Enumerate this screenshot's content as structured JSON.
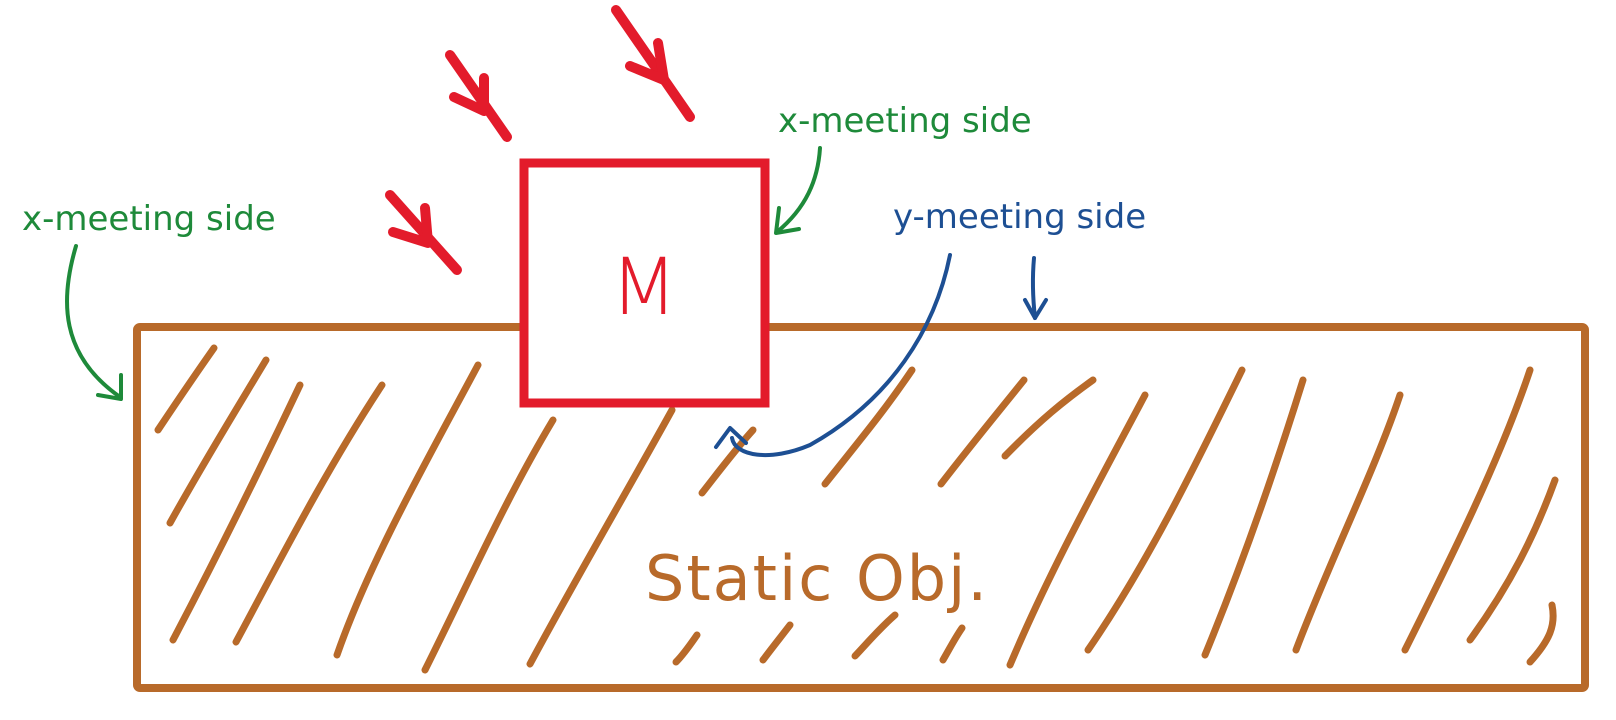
{
  "colors": {
    "background": "#ffffff",
    "moving_object": "#e31b2b",
    "static_object": "#b86a2a",
    "x_annotation": "#1e8a3a",
    "y_annotation": "#1d4f93"
  },
  "moving_object": {
    "label": "M",
    "icon": "incoming-force-arrows"
  },
  "static_object": {
    "label": "Static Obj.",
    "fill": "hatched"
  },
  "annotations": {
    "x_left": "x-meeting side",
    "x_right": "x-meeting side",
    "y_top": "y-meeting side"
  }
}
